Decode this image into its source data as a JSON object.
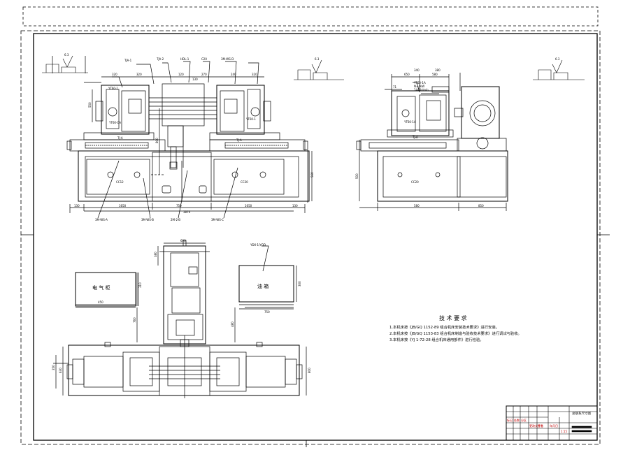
{
  "tech_requirements": {
    "title": "技 术 要 求",
    "items": [
      "1.本机床按《JB/GQ 1152-89 组合机床安装技术要求》进行安装。",
      "2.本机床按《JB/GQ 1153-83 组合机床制造与验收技术要求》进行调试与验收。",
      "3.本机床按《YJ 1-72-28 组合机床通用部件》进行检验。"
    ]
  },
  "front_view": {
    "spindle_left": "YT60-CA",
    "spindle_right": "YT60-1",
    "table_left": "TJ-A",
    "table_right": "TJ-A",
    "base_left_label": "CC12",
    "base_right_label": "CC20",
    "dims": {
      "left_w": "1650",
      "mid_w": "750",
      "right_w": "1650",
      "total_w": "3870",
      "left_edge": "130",
      "right_edge": "130",
      "base_h": "560",
      "unit_h": "550",
      "top_dims": [
        "320",
        "320",
        "120",
        "130",
        "270",
        "240",
        "320"
      ],
      "side_dim": "800"
    },
    "callouts": [
      "3M-WS-A",
      "3M-WS-B",
      "2M-2-B",
      "3M-WS-C",
      "YT60-1",
      "TJA-1",
      "TJA-2",
      "HDL-1",
      "C20",
      "3M-WS-D"
    ]
  },
  "side_view": {
    "spindle_label": "YT60-1A",
    "base_label": "CC20",
    "table_label": "TJ-A",
    "dims": {
      "w1": "650",
      "w2": "580",
      "h": "500",
      "top1": "340",
      "top2": "380",
      "left": "71",
      "bottom_left": "580",
      "bottom_right": "850"
    },
    "notes": [
      "YT60-1A",
      "N=4kW",
      "1440r/min"
    ]
  },
  "plan_view": {
    "cabinet_left": "电 气 柜",
    "cabinet_right": "油 箱",
    "dims": {
      "top_w": "600",
      "cab_left_w": "450",
      "cab_left_h": "310",
      "cab_right_w": "750",
      "cab_right_h": "300",
      "vert1": "760",
      "vert2": "480",
      "right_h": "800",
      "left_h1": "350",
      "left_h2": "630",
      "top_h": "380"
    },
    "note_right": "YDX-1/YQD"
  },
  "roughness_symbols": [
    {
      "value": "6.3"
    },
    {
      "value": "6.3"
    },
    {
      "value": "6.3"
    }
  ],
  "title_block": {
    "name": "总联系尺寸图",
    "scale": "1:15",
    "rows": [
      "标记",
      "处数",
      "分区",
      "更改文件号",
      "签名",
      "年月日"
    ]
  },
  "colors": {
    "line": "#000000",
    "frame": "#000000",
    "red": "#c00000",
    "background": "#ffffff"
  }
}
